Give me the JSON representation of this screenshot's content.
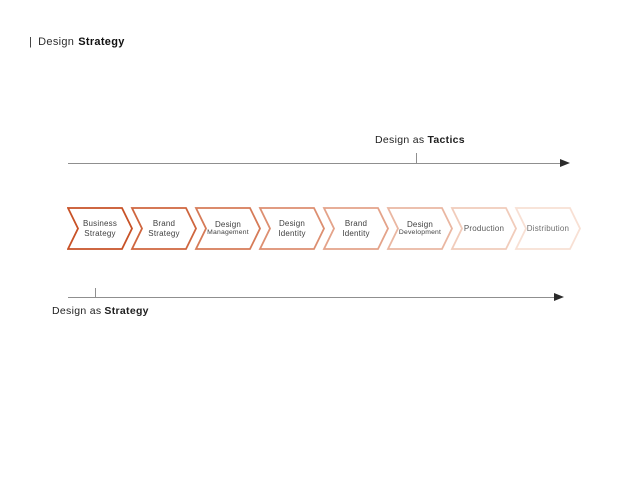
{
  "slide": {
    "title": {
      "bar": "|",
      "prefix": "Design",
      "emphasis": "Strategy"
    }
  },
  "tactics_axis": {
    "label_prefix": "Design as",
    "label_emphasis": "Tactics"
  },
  "strategy_axis": {
    "label_prefix": "Design as",
    "label_emphasis": "Strategy"
  },
  "chevrons": [
    {
      "line1": "Business",
      "line2": "Strategy",
      "border_color": "#C85227"
    },
    {
      "line1": "Brand",
      "line2": "Strategy",
      "border_color": "#CF663F"
    },
    {
      "line1": "Design",
      "line2": "Management",
      "border_color": "#D67B58"
    },
    {
      "line1": "Design",
      "line2": "Identity",
      "border_color": "#DD8F71"
    },
    {
      "line1": "Brand",
      "line2": "Identity",
      "border_color": "#E4A38A"
    },
    {
      "line1": "Design",
      "line2": "Development",
      "border_color": "#EAB7A2"
    },
    {
      "line1": "Production",
      "border_color": "#F1CCBB"
    },
    {
      "line1": "Distribution",
      "border_color": "#F8E0D4"
    }
  ],
  "colors": {
    "accent_orange": "#C85227",
    "axis_line_gray": "#8F8F8F",
    "arrowhead_dark": "#2B2B2B",
    "label_dark": "#3F3F3F",
    "background": "#FFFFFF"
  }
}
